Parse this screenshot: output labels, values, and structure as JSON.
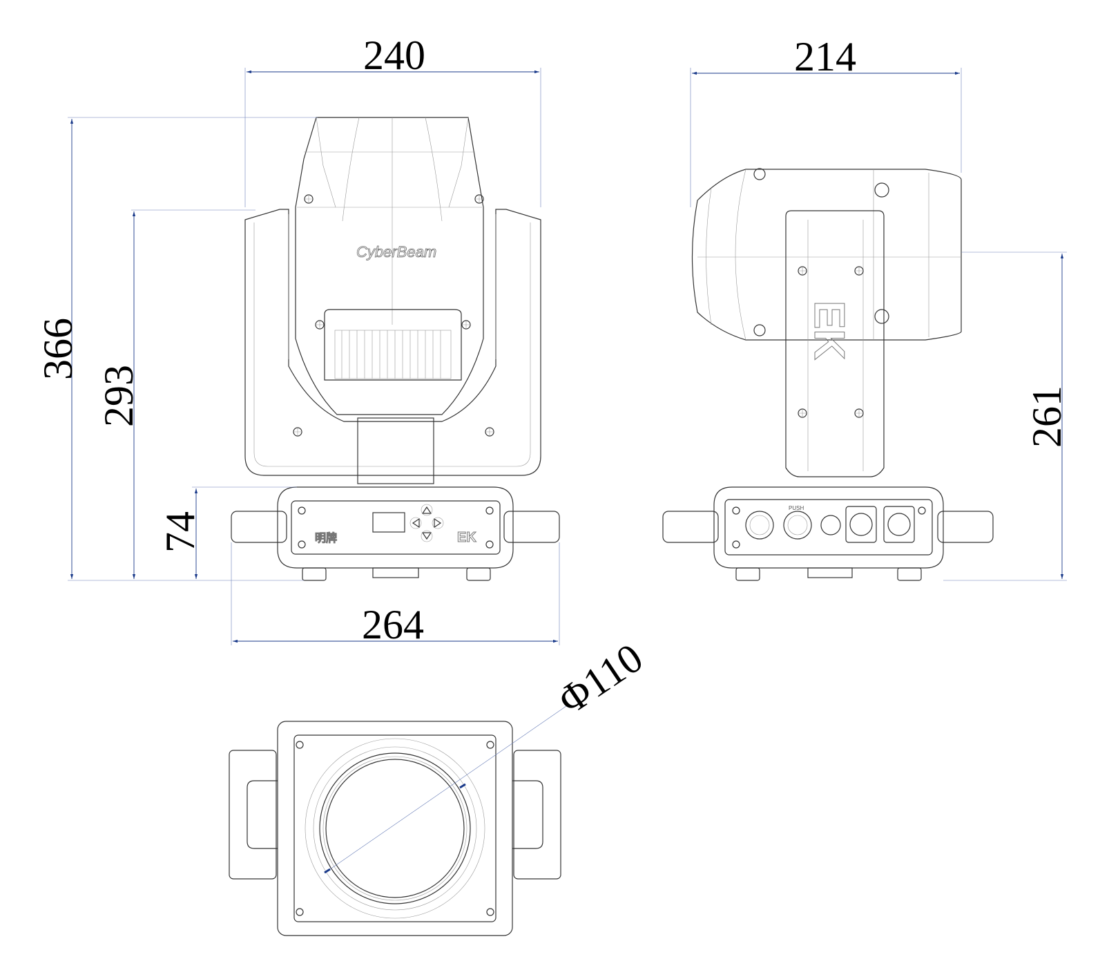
{
  "dimensions": {
    "front_width": "240",
    "side_width": "214",
    "total_height": "366",
    "head_top_to_base": "293",
    "base_height": "74",
    "base_width": "264",
    "side_height": "261",
    "lens_diameter": "Φ110"
  },
  "labels": {
    "brand_logo": "CyberBeam",
    "maker_mark": "EK",
    "front_panel_mark": "EK",
    "cn_brand": "明牌",
    "push_label": "PUSH"
  },
  "colors": {
    "dimension_line": "#1a3a8a",
    "outline": "#333333",
    "detail": "#999999"
  }
}
